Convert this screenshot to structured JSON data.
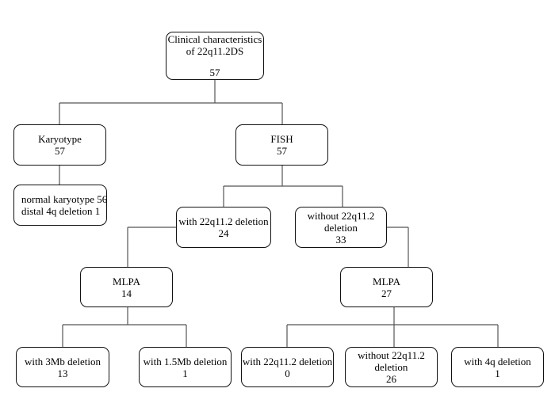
{
  "nodes": {
    "root": {
      "line1": "Clinical characteristics",
      "line2": "of 22q11.2DS",
      "count": "57"
    },
    "karyotype": {
      "label": "Karyotype",
      "count": "57"
    },
    "karyotype_result": {
      "line1": "normal karyotype 56",
      "line2": "distal 4q deletion 1"
    },
    "fish": {
      "label": "FISH",
      "count": "57"
    },
    "fish_with": {
      "label": "with 22q11.2 deletion",
      "count": "24"
    },
    "fish_without": {
      "line1": "without 22q11.2",
      "line2": "deletion",
      "count": "33"
    },
    "mlpa_left": {
      "label": "MLPA",
      "count": "14"
    },
    "mlpa_right": {
      "label": "MLPA",
      "count": "27"
    },
    "del_3mb": {
      "label": "with 3Mb deletion",
      "count": "13"
    },
    "del_15mb": {
      "label": "with 1.5Mb deletion",
      "count": "1"
    },
    "mlpa_with_22q": {
      "label": "with 22q11.2 deletion",
      "count": "0"
    },
    "mlpa_without_22q": {
      "line1": "without 22q11.2",
      "line2": "deletion",
      "count": "26"
    },
    "del_4q": {
      "label": "with 4q deletion",
      "count": "1"
    }
  }
}
